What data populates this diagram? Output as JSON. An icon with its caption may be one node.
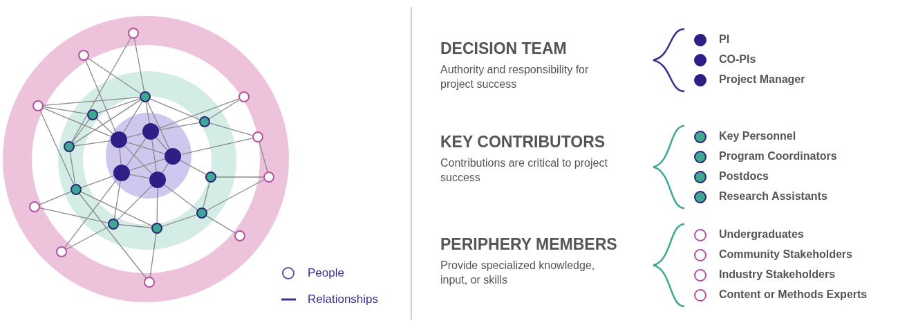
{
  "diagram": {
    "nodes": [
      {
        "text": [],
        "shape": "circle"
      },
      {
        "text": [],
        "shape": "circle"
      },
      {
        "text": [],
        "shape": "circle"
      },
      {
        "text": [],
        "shape": "circle"
      },
      {
        "text": [],
        "shape": "circle"
      },
      {
        "text": [],
        "shape": "circle"
      },
      {
        "text": [],
        "shape": "circle"
      },
      {
        "text": [],
        "shape": "circle"
      },
      {
        "text": [],
        "shape": "circle"
      },
      {
        "text": [],
        "shape": "circle"
      },
      {
        "text": [],
        "shape": "circle"
      },
      {
        "text": [],
        "shape": "circle"
      },
      {
        "text": [],
        "shape": "circle"
      },
      {
        "text": [],
        "shape": "circle"
      },
      {
        "text": [],
        "shape": "circle"
      },
      {
        "text": [],
        "shape": "circle"
      },
      {
        "text": [],
        "shape": "circle"
      },
      {
        "text": [],
        "shape": "circle"
      },
      {
        "text": [],
        "shape": "circle"
      },
      {
        "text": [],
        "shape": "circle"
      },
      {
        "text": [],
        "shape": "circle"
      },
      {
        "text": [],
        "shape": "circle"
      },
      {
        "text": [],
        "shape": "circle"
      },
      {
        "text": [],
        "shape": "circle"
      }
    ],
    "edges": [
      {
        "from": 0,
        "to": 2,
        "arrow": "none"
      },
      {
        "from": 0,
        "to": 10,
        "arrow": "none"
      },
      {
        "from": 1,
        "to": 2,
        "arrow": "none"
      },
      {
        "from": 1,
        "to": 9,
        "arrow": "none"
      },
      {
        "from": 4,
        "to": 2,
        "arrow": "none"
      },
      {
        "from": 4,
        "to": 5,
        "arrow": "none"
      },
      {
        "from": 4,
        "to": 9,
        "arrow": "none"
      },
      {
        "from": 4,
        "to": 16,
        "arrow": "none"
      },
      {
        "from": 5,
        "to": 2,
        "arrow": "none"
      },
      {
        "from": 5,
        "to": 10,
        "arrow": "none"
      },
      {
        "from": 5,
        "to": 9,
        "arrow": "none"
      },
      {
        "from": 2,
        "to": 7,
        "arrow": "none"
      },
      {
        "from": 2,
        "to": 9,
        "arrow": "none"
      },
      {
        "from": 2,
        "to": 10,
        "arrow": "none"
      },
      {
        "from": 2,
        "to": 6,
        "arrow": "none"
      },
      {
        "from": 2,
        "to": 11,
        "arrow": "none"
      },
      {
        "from": 6,
        "to": 3,
        "arrow": "none"
      },
      {
        "from": 6,
        "to": 8,
        "arrow": "none"
      },
      {
        "from": 6,
        "to": 7,
        "arrow": "none"
      },
      {
        "from": 3,
        "to": 7,
        "arrow": "none"
      },
      {
        "from": 8,
        "to": 11,
        "arrow": "none"
      },
      {
        "from": 8,
        "to": 14,
        "arrow": "none"
      },
      {
        "from": 14,
        "to": 13,
        "arrow": "none"
      },
      {
        "from": 14,
        "to": 18,
        "arrow": "none"
      },
      {
        "from": 13,
        "to": 11,
        "arrow": "none"
      },
      {
        "from": 13,
        "to": 18,
        "arrow": "none"
      },
      {
        "from": 18,
        "to": 15,
        "arrow": "none"
      },
      {
        "from": 18,
        "to": 20,
        "arrow": "none"
      },
      {
        "from": 18,
        "to": 21,
        "arrow": "none"
      },
      {
        "from": 10,
        "to": 9,
        "arrow": "none"
      },
      {
        "from": 10,
        "to": 16,
        "arrow": "none"
      },
      {
        "from": 16,
        "to": 12,
        "arrow": "none"
      },
      {
        "from": 16,
        "to": 17,
        "arrow": "none"
      },
      {
        "from": 16,
        "to": 20,
        "arrow": "none"
      },
      {
        "from": 17,
        "to": 19,
        "arrow": "none"
      },
      {
        "from": 19,
        "to": 22,
        "arrow": "none"
      },
      {
        "from": 19,
        "to": 12,
        "arrow": "none"
      },
      {
        "from": 19,
        "to": 20,
        "arrow": "none"
      },
      {
        "from": 19,
        "to": 15,
        "arrow": "none"
      },
      {
        "from": 22,
        "to": 12,
        "arrow": "none"
      },
      {
        "from": 20,
        "to": 15,
        "arrow": "none"
      },
      {
        "from": 20,
        "to": 23,
        "arrow": "none"
      },
      {
        "from": 23,
        "to": 16,
        "arrow": "none"
      },
      {
        "from": 9,
        "to": 7,
        "arrow": "none"
      },
      {
        "from": 9,
        "to": 12,
        "arrow": "none"
      },
      {
        "from": 9,
        "to": 15,
        "arrow": "none"
      },
      {
        "from": 7,
        "to": 11,
        "arrow": "none"
      },
      {
        "from": 7,
        "to": 12,
        "arrow": "none"
      },
      {
        "from": 11,
        "to": 12,
        "arrow": "none"
      },
      {
        "from": 11,
        "to": 15,
        "arrow": "none"
      },
      {
        "from": 12,
        "to": 15,
        "arrow": "none"
      },
      {
        "from": 9,
        "to": 11,
        "arrow": "none"
      },
      {
        "from": 7,
        "to": 15,
        "arrow": "none"
      }
    ],
    "labels": [
      "DECISION TEAM",
      "Authority and responsibility for project success",
      "PI",
      "CO-PIs",
      "Project Manager",
      "KEY CONTRIBUTORS",
      "Contributions are critical to project success",
      "Key Personnel",
      "Program Coordinators",
      "Postdocs",
      "Research Assistants",
      "PERIPHERY MEMBERS",
      "Provide specialized knowledge, input, or skills",
      "Undergraduates",
      "Community Stakeholders",
      "Industry Stakeholders",
      "Content or Methods Experts"
    ],
    "legend": [
      {
        "text": "People"
      },
      {
        "text": "Relationships"
      }
    ]
  }
}
